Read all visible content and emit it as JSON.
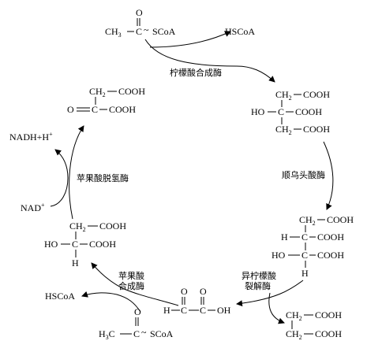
{
  "molecules": {
    "acetyl_coa": {
      "o": "O",
      "ch3": "CH",
      "ch3_sub": "3",
      "c": "C",
      "tilde": "~",
      "scoa": "SCoA"
    },
    "hscoa_top": "HSCoA",
    "citrate": {
      "ch2_top": "CH",
      "ch2_top_sub": "2",
      "cooh_top": "COOH",
      "ho": "HO",
      "c": "C",
      "cooh_mid": "COOH",
      "ch2_bottom": "CH",
      "ch2_bottom_sub": "2",
      "cooh_bottom": "COOH"
    },
    "isocitrate": {
      "ch2": "CH",
      "ch2_sub": "2",
      "cooh_1": "COOH",
      "h": "H",
      "c1": "C",
      "cooh_2": "COOH",
      "ho": "HO",
      "c2": "C",
      "cooh_3": "COOH",
      "h_bottom": "H"
    },
    "succinate": {
      "ch2_top": "CH",
      "ch2_top_sub": "2",
      "cooh_top": "COOH",
      "ch2_bottom": "CH",
      "ch2_bottom_sub": "2",
      "cooh_bottom": "COOH"
    },
    "glyoxylate": {
      "o1": "O",
      "o2": "O",
      "h": "H",
      "c1": "C",
      "c2": "C",
      "oh": "OH"
    },
    "acetyl_coa_bottom": {
      "o": "O",
      "ch3": "H",
      "ch3_sub": "3",
      "ch3_c": "C",
      "c": "C",
      "tilde": "~",
      "scoa": "SCoA"
    },
    "hscoa_bottom": "HSCoA",
    "malate": {
      "ch2": "CH",
      "ch2_sub": "2",
      "cooh_top": "COOH",
      "ho": "HO",
      "c": "C",
      "cooh_mid": "COOH",
      "h": "H"
    },
    "oxaloacetate": {
      "ch2": "CH",
      "ch2_sub": "2",
      "cooh_top": "COOH",
      "o": "O",
      "c": "C",
      "cooh_mid": "COOH"
    },
    "nadh": "NADH+H",
    "nadh_sup": "+",
    "nad": "NAD",
    "nad_sup": "+"
  },
  "enzymes": {
    "citrate_synthase": "柠檬酸合成酶",
    "aconitase": "顺乌头酸酶",
    "isocitrate_lyase_line1": "异柠檬酸",
    "isocitrate_lyase_line2": "裂解酶",
    "malate_synthase_line1": "苹果酸",
    "malate_synthase_line2": "合成酶",
    "malate_dehydrogenase": "苹果酸脱氢酶"
  }
}
